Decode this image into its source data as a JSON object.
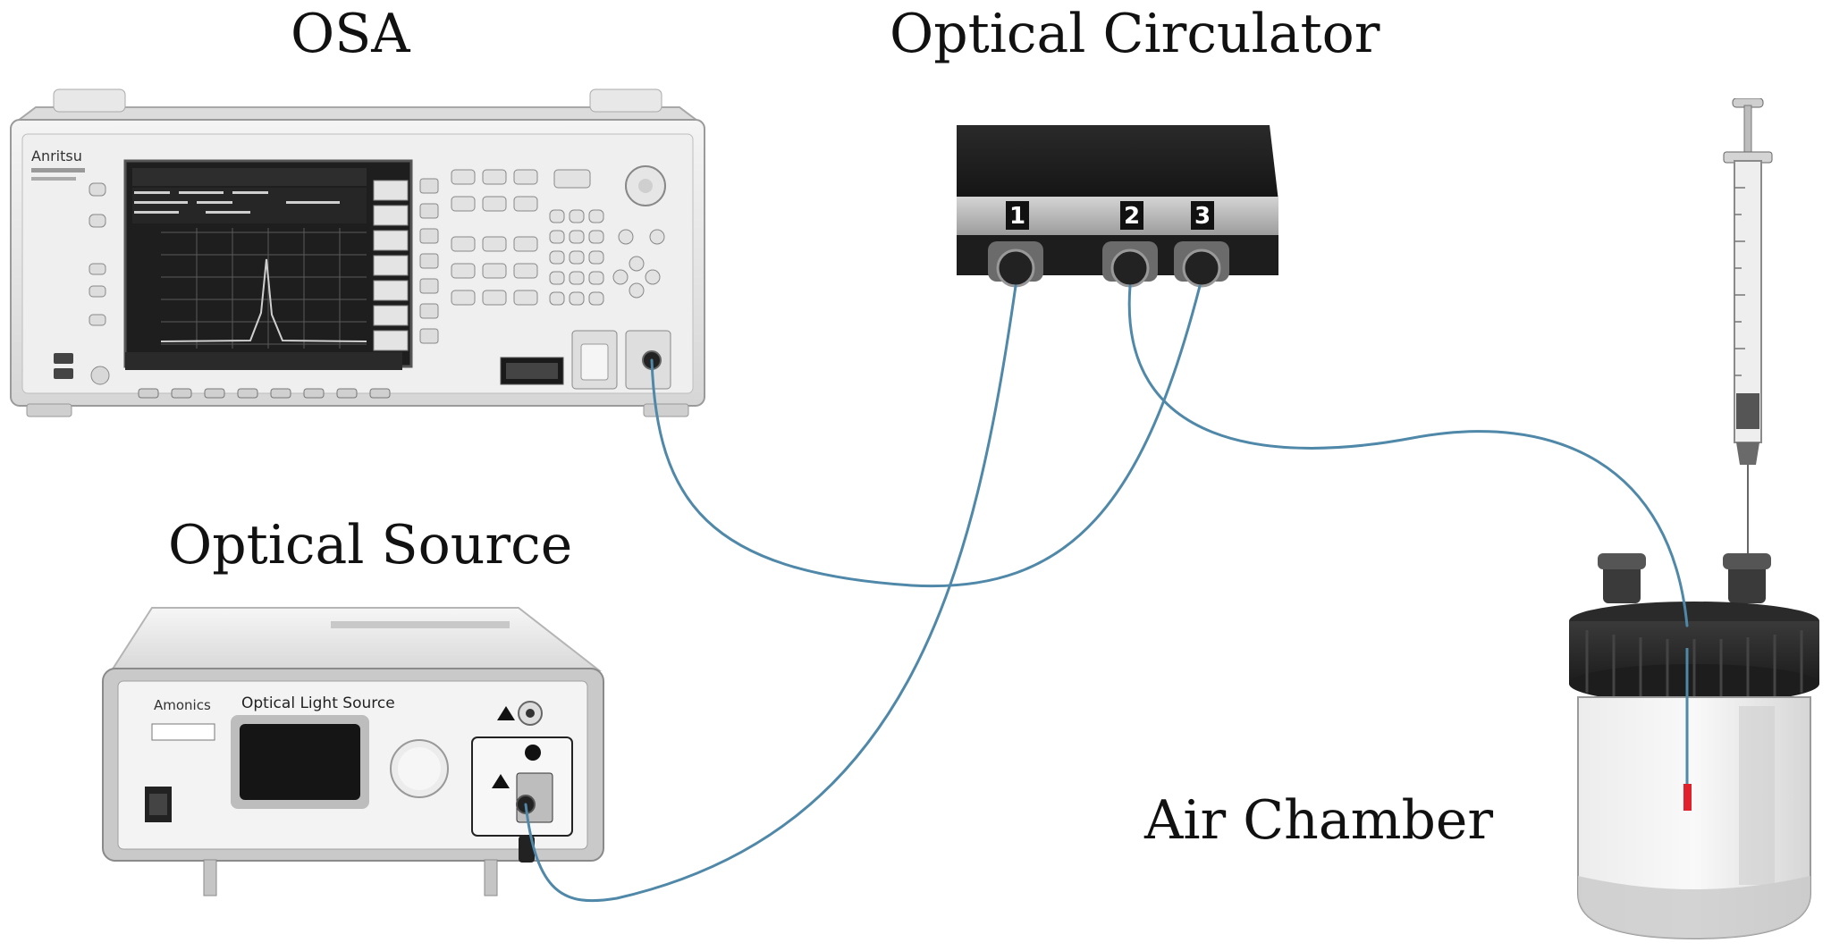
{
  "labels": {
    "osa": "OSA",
    "circulator": "Optical Circulator",
    "source": "Optical Source",
    "chamber": "Air Chamber"
  },
  "osa_device": {
    "brand": "Anritsu"
  },
  "source_device": {
    "brand": "Amonics",
    "panel_title": "Optical Light Source"
  },
  "circulator_ports": [
    "1",
    "2",
    "3"
  ],
  "colors": {
    "fiber": "#4f88a8",
    "device_body": "#e9e9e9",
    "circulator_top": "#1f1f1f",
    "circulator_band": "#b8b8b8",
    "sensor_tip": "#e0202a",
    "jar_cap": "#2e2e2e"
  }
}
